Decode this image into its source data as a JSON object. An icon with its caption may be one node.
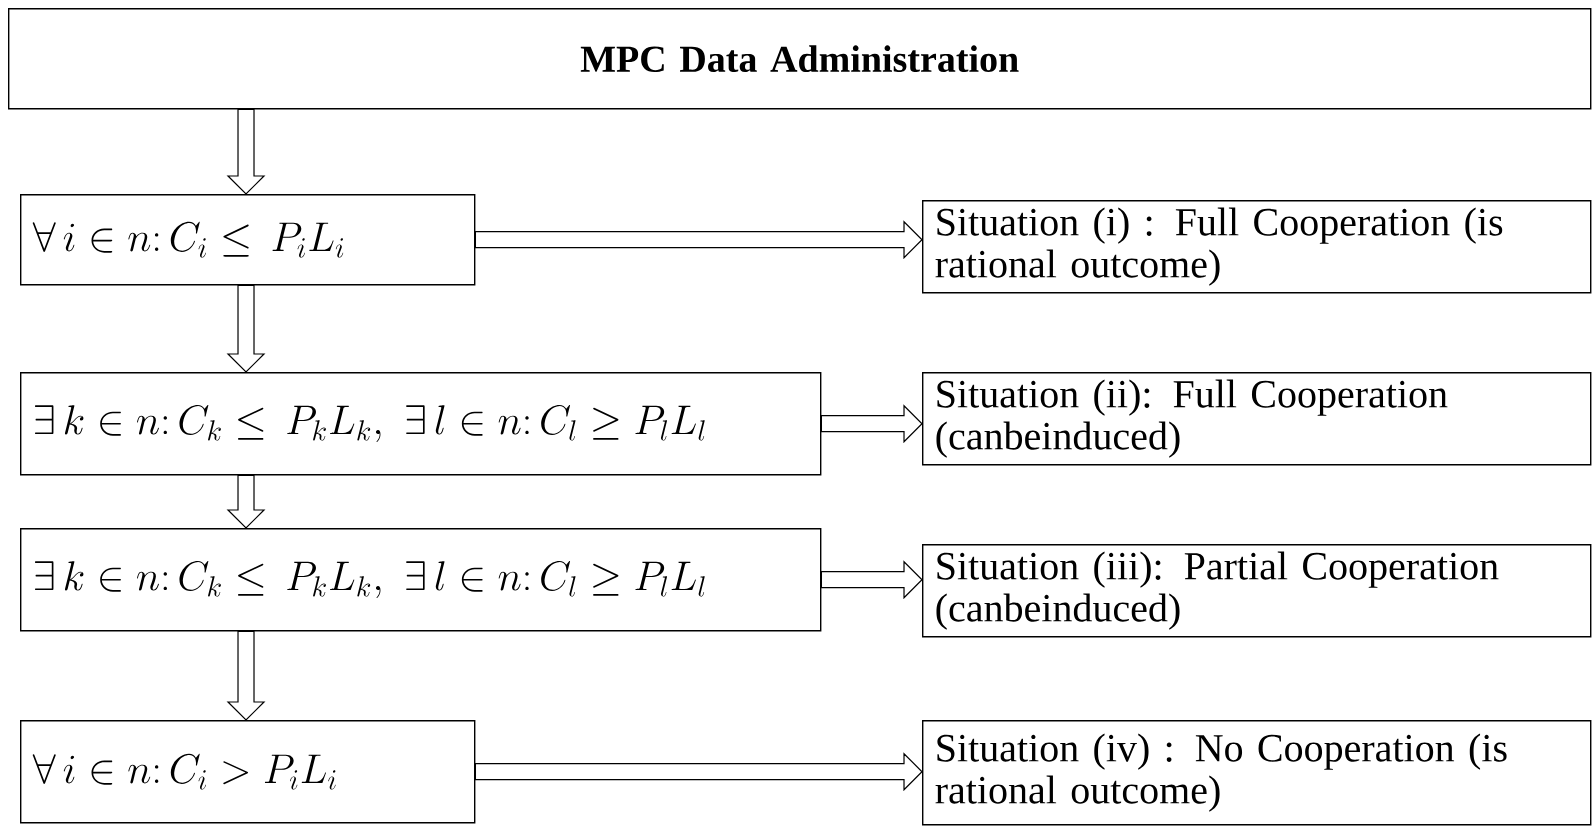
{
  "diagram": {
    "nodes": [
      {
        "text": [
          "MPC Data Administration"
        ]
      },
      {
        "text": [
          "\\forall\\, i \\in n\\colon C_i \\leq\\, P_i L_i"
        ]
      },
      {
        "text": [
          "Situation (i) : Full Cooperation (is rational outcome)"
        ]
      },
      {
        "text": [
          "\\exists\\, k \\in n\\colon C_k \\leq\\, P_k L_k,\\ \\exists\\, l \\in n\\colon C_l \\geq P_l L_l"
        ]
      },
      {
        "text": [
          "Situation (ii): Full Cooperation (canbeinduced)"
        ]
      },
      {
        "text": [
          "\\exists\\, k \\in n\\colon C_k \\leq\\, P_k L_k,\\ \\exists\\, l \\in n\\colon C_l \\geq P_l L_l"
        ]
      },
      {
        "text": [
          "Situation (iii): Partial Cooperation (canbeinduced)"
        ]
      },
      {
        "text": [
          "\\forall\\, i \\in n\\colon C_i > P_i L_i"
        ]
      },
      {
        "text": [
          "Situation (iv) : No Cooperation (is rational outcome)"
        ]
      }
    ],
    "edges": [
      {
        "from": 0,
        "to": 1,
        "arrow": "to"
      },
      {
        "from": 1,
        "to": 2,
        "arrow": "to"
      },
      {
        "from": 1,
        "to": 3,
        "arrow": "to"
      },
      {
        "from": 3,
        "to": 4,
        "arrow": "to"
      },
      {
        "from": 3,
        "to": 5,
        "arrow": "to"
      },
      {
        "from": 5,
        "to": 6,
        "arrow": "to"
      },
      {
        "from": 5,
        "to": 7,
        "arrow": "to"
      },
      {
        "from": 7,
        "to": 8,
        "arrow": "to"
      }
    ]
  }
}
